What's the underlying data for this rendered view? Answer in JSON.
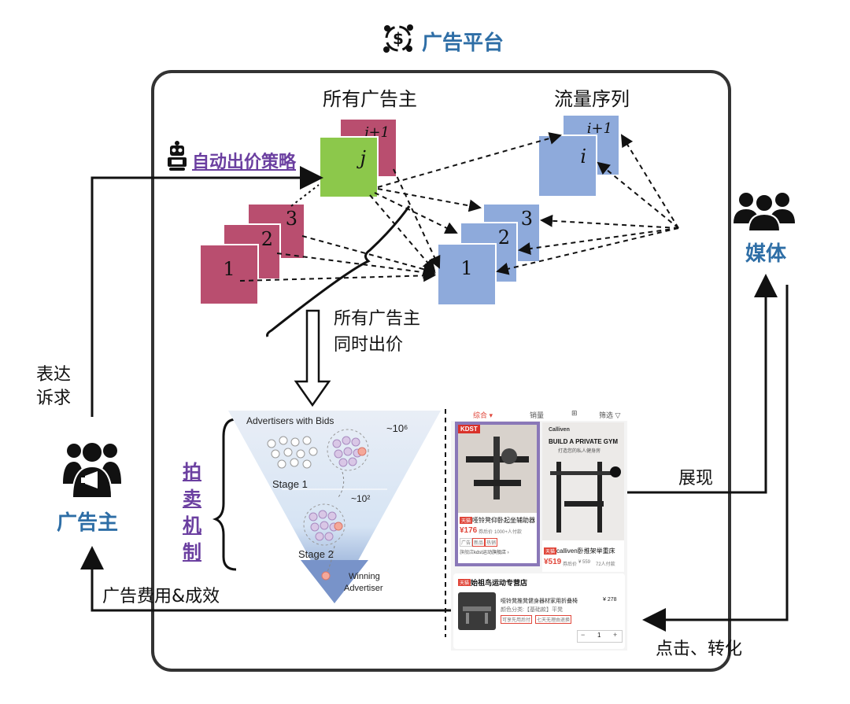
{
  "platform": {
    "title": "广告平台",
    "icon": "money-cycle-icon"
  },
  "advertisers": {
    "header": "所有广告主",
    "labels": [
      "j+1",
      "j",
      "3",
      "2",
      "1"
    ]
  },
  "traffic": {
    "header": "流量序列",
    "labels": [
      "i+1",
      "i",
      "3",
      "2",
      "1"
    ]
  },
  "strategy": {
    "label": "自动出价策略",
    "icon": "robot-icon"
  },
  "simultaneous": {
    "line1": "所有广告主",
    "line2": "同时出价"
  },
  "media": {
    "label": "媒体",
    "icon": "people-group-icon"
  },
  "advertiser_node": {
    "label": "广告主",
    "icon": "advertiser-icon"
  },
  "edges": {
    "express": {
      "line1": "表达",
      "line2": "诉求"
    },
    "display": "展现",
    "cost": "广告费用&成效",
    "click": "点击、转化"
  },
  "auction": {
    "label_chars": [
      "拍",
      "卖",
      "机",
      "制"
    ],
    "top_text": "Advertisers with Bids",
    "top_count": "~10⁶",
    "stage1": "Stage 1",
    "mid_count": "~10²",
    "stage2": "Stage 2",
    "winner_line1": "Winning",
    "winner_line2": "Advertiser"
  },
  "product_panel": {
    "tabs": [
      "综合 ▾",
      "销量",
      "⊞",
      "筛选 ▽"
    ],
    "card1": {
      "brand": "KDST",
      "title": "哑铃凳仰卧起坐辅助器",
      "price": "¥176",
      "price_note": "券后价",
      "sold": "1000+人付款",
      "tags": [
        "广告",
        "新品",
        "热销"
      ],
      "shop": "旗舰店",
      "store_link": "kdst运动旗舰店 ›"
    },
    "card2": {
      "brand": "Calliven",
      "headline": "BUILD A PRIVATE GYM",
      "sub": "打造您的私人健身房",
      "title": "calliven卧推架举重床",
      "price": "¥519",
      "price_note": "券后价",
      "old": "¥ 559",
      "sold": "72人付款",
      "shop": "天猫"
    },
    "shop_card": {
      "shop_name": "始祖鸟运动专营店",
      "shop_tag": "天猫",
      "item": "哑铃凳推凳健身器材家用折叠椅",
      "price": "¥ 278",
      "spec": "颜色分类:【基础款】平凳",
      "tag1": "可享先用后付",
      "tag2": "七天无理由退换",
      "qty": "1",
      "minus": "−",
      "plus": "+"
    }
  },
  "colors": {
    "pink": "#b94e6f",
    "blue": "#8eaadb",
    "green": "#8cc84b",
    "label_blue": "#2e6ea6",
    "purple": "#6b3fa0"
  }
}
